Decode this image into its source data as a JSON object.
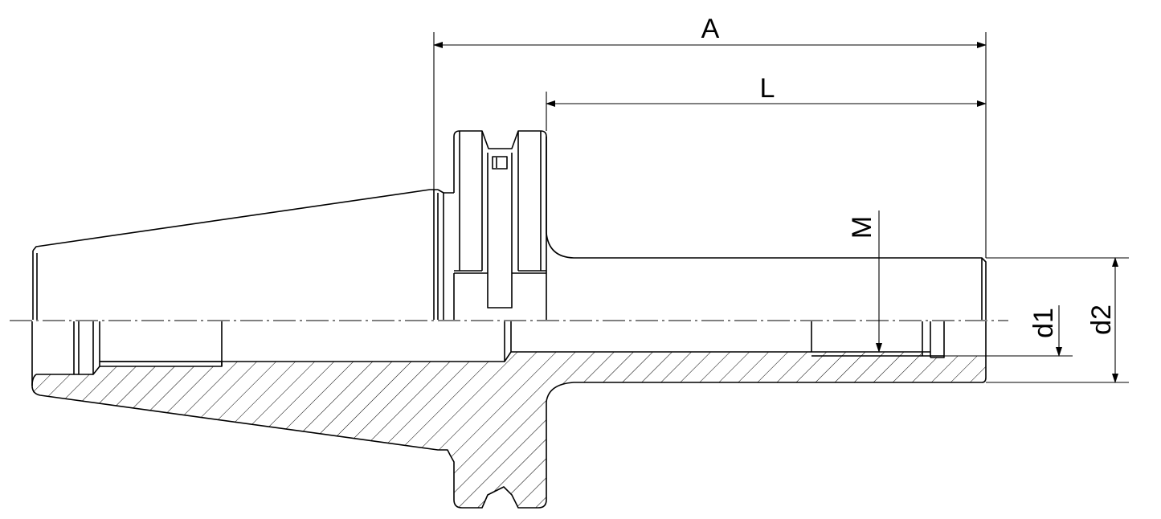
{
  "labels": {
    "A": "A",
    "L": "L",
    "M": "M",
    "d1": "d1",
    "d2": "d2"
  },
  "colors": {
    "line": "#000000",
    "background": "#ffffff"
  }
}
